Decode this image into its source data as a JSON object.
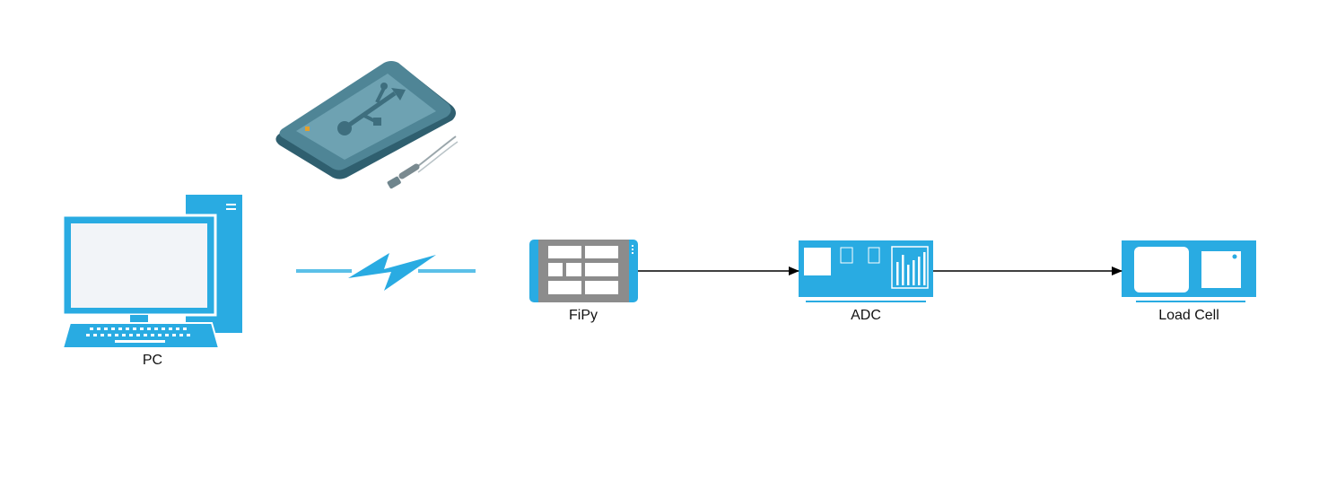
{
  "colors": {
    "accent": "#29abe2",
    "screen": "#f2f4f8",
    "board_gray": "#8c8c8c",
    "usb_device": "#4f8596",
    "edge": "#000000"
  },
  "nodes": {
    "pc": {
      "label": "PC",
      "icon": "desktop-computer-icon"
    },
    "usb": {
      "icon": "usb-drive-icon"
    },
    "wireless": {
      "icon": "wireless-link-icon"
    },
    "fipy": {
      "label": "FiPy",
      "icon": "fipy-board-icon"
    },
    "adc": {
      "label": "ADC",
      "icon": "adc-board-icon"
    },
    "loadcell": {
      "label": "Load Cell",
      "icon": "load-cell-module-icon"
    }
  },
  "edges": [
    {
      "from": "FiPy",
      "to": "ADC"
    },
    {
      "from": "ADC",
      "to": "Load Cell"
    }
  ]
}
